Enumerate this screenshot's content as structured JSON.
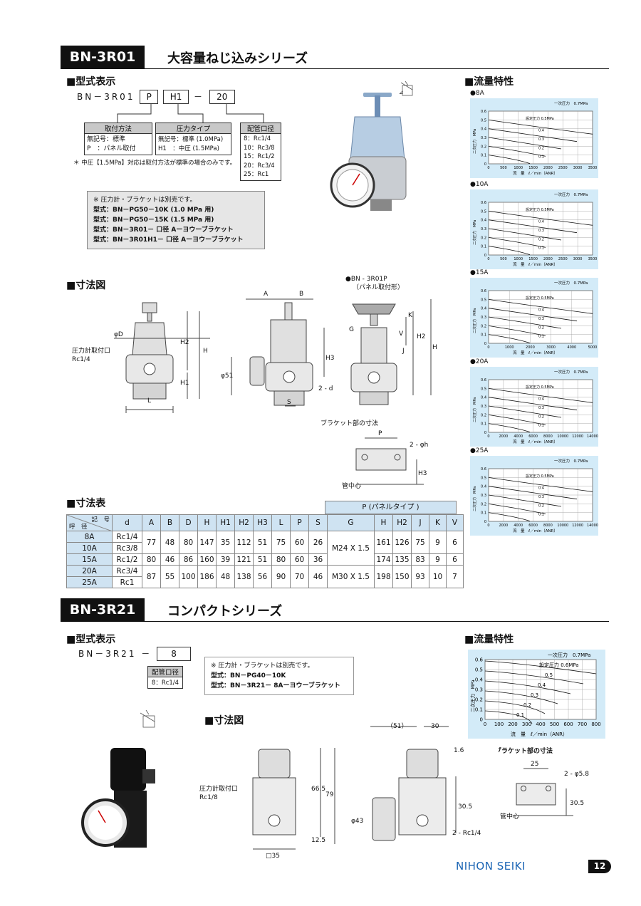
{
  "sec1": {
    "tag": "BN-3R01",
    "name": "大容量ねじ込みシリーズ",
    "model_label": "■型式表示",
    "model_code": {
      "prefix": "BN－3R01",
      "p": "P",
      "h": "H1",
      "dash": "－",
      "size": "20"
    },
    "mount": {
      "title": "取付方法",
      "l1": "無記号：標準",
      "l2": "P　：パネル取付"
    },
    "pressure": {
      "title": "圧力タイプ",
      "l1": "無記号：標準 (1.0MPa)",
      "l2": "H1　：中圧 (1.5MPa)"
    },
    "port": {
      "title": "配管口径",
      "items": [
        "8：Rc1/4",
        "10：Rc3/8",
        "15：Rc1/2",
        "20：Rc3/4",
        "25：Rc1"
      ]
    },
    "footnote": "＊ 中圧【1.5MPa】対応は取付方法が標準の場合のみです。",
    "notes": [
      "※ 圧力計・ブラケットは別売です。",
      "型式：BN－PG50－10K (1.0 MPa 用)",
      "型式：BN－PG50－15K (1.5 MPa 用)",
      "型式：BN－3R01－ 口径 Aーヨウーブラケット",
      "型式：BN－3R01H1－ 口径 Aーヨウーブラケット"
    ],
    "dim_label": "■寸法図",
    "panel_caption": "●BN - 3R01P",
    "panel_caption2": "（パネル取付形）",
    "dim_letters": {
      "phiD": "φD",
      "gauge": "圧力計取付口",
      "gauge2": "Rc1/4",
      "L": "L",
      "H": "H",
      "H1": "H1",
      "H2": "H2",
      "A": "A",
      "B": "B",
      "H3": "H3",
      "phi51": "φ51",
      "S": "S",
      "twod": "2 - d",
      "G": "G",
      "K": "K",
      "V": "V",
      "J": "J",
      "H2b": "H2",
      "Hb": "H"
    },
    "bracket": {
      "title": "ブラケット部の寸法",
      "P": "P",
      "hole": "2 - φh",
      "H3": "H3",
      "center": "管中心"
    },
    "table_label": "■寸法表",
    "table": {
      "corner_top": "記　号",
      "corner_bottom": "呼　径",
      "panel_header": "P (パネルタイプ )",
      "cols": [
        "d",
        "A",
        "B",
        "D",
        "H",
        "H1",
        "H2",
        "H3",
        "L",
        "P",
        "S",
        "G",
        "H",
        "H2",
        "J",
        "K",
        "V"
      ],
      "rows": [
        {
          "size": "8A",
          "d": "Rc1/4"
        },
        {
          "size": "10A",
          "d": "Rc3/8"
        },
        {
          "size": "15A",
          "d": "Rc1/2"
        },
        {
          "size": "20A",
          "d": "Rc3/4"
        },
        {
          "size": "25A",
          "d": "Rc1"
        }
      ],
      "g1": [
        "77",
        "48",
        "80",
        "147",
        "35",
        "112",
        "51",
        "75",
        "60",
        "26"
      ],
      "g2": [
        "80",
        "46",
        "86",
        "160",
        "39",
        "121",
        "51",
        "80",
        "60",
        "36"
      ],
      "g3": [
        "87",
        "55",
        "100",
        "186",
        "48",
        "138",
        "56",
        "90",
        "70",
        "46"
      ],
      "G1": "M24 X 1.5",
      "G2": "M30 X 1.5",
      "p1": [
        "161",
        "126",
        "75",
        "9",
        "6"
      ],
      "p2": [
        "174",
        "135",
        "83",
        "9",
        "6"
      ],
      "p3": [
        "198",
        "150",
        "93",
        "10",
        "7"
      ]
    }
  },
  "flow_label": "■流量特性",
  "charts": [
    {
      "label": "●8A",
      "xt": [
        "0",
        "500",
        "1000",
        "1500",
        "2000",
        "2500",
        "3000",
        "3500"
      ]
    },
    {
      "label": "●10A",
      "xt": [
        "0",
        "500",
        "1000",
        "1500",
        "2000",
        "2500",
        "3000",
        "3500"
      ]
    },
    {
      "label": "●15A",
      "xt": [
        "0",
        "1000",
        "2000",
        "3000",
        "4000",
        "5000"
      ]
    },
    {
      "label": "●20A",
      "xt": [
        "0",
        "2000",
        "4000",
        "6000",
        "8000",
        "10000",
        "12000",
        "14000"
      ]
    },
    {
      "label": "●25A",
      "xt": [
        "0",
        "2000",
        "4000",
        "6000",
        "8000",
        "10000",
        "12000",
        "14000"
      ]
    }
  ],
  "chart_common": {
    "title": "一次圧力　0.7MPa",
    "set": "設定圧力 0.5MPa",
    "ylabel": "二次圧力　MPa",
    "xlabel": "流　量　ℓ／min（ANR）",
    "yt": [
      "0",
      "0.1",
      "0.2",
      "0.3",
      "0.4",
      "0.5",
      "0.6"
    ],
    "curves": [
      "0.4",
      "0.3",
      "0.2",
      "0.1"
    ]
  },
  "sec2": {
    "tag": "BN-3R21",
    "name": "コンパクトシリーズ",
    "model_label": "■型式表示",
    "model_prefix": "BN－3R21 －",
    "model_size": "8",
    "port_title": "配管口径",
    "port_item": "8：Rc1/4",
    "notes": [
      "※ 圧力計・ブラケットは別売です。",
      "型式：BN－PG40－10K",
      "型式：BN－3R21－ 8Aーヨウーブラケット"
    ],
    "flow_label": "■流量特性",
    "chart": {
      "title": "一次圧力　0.7MPa",
      "set": "設定圧力 0.6MPa",
      "ylabel": "二次圧力　MPa",
      "xlabel": "流　量　ℓ／min（ANR）",
      "yt": [
        "0",
        "0.1",
        "0.2",
        "0.3",
        "0.4",
        "0.5",
        "0.6"
      ],
      "xt": [
        "0",
        "100",
        "200",
        "300",
        "400",
        "500",
        "600",
        "700",
        "800"
      ],
      "curves": [
        "0.5",
        "0.4",
        "0.3",
        "0.2",
        "0.1"
      ]
    },
    "dim_label": "■寸法図",
    "dims": {
      "gauge": "圧力計取付口",
      "gauge2": "Rc1/8",
      "d665": "66.5",
      "d79": "79",
      "d125": "12.5",
      "sq35": "□35",
      "d51": "（51）",
      "d30": "30",
      "d16": "1.6",
      "d305": "30.5",
      "phi43": "φ43",
      "port": "2 - Rc1/4"
    },
    "bracket": {
      "title": "ブラケット部の寸法",
      "w": "25",
      "hole": "2 - φ5.8",
      "h": "30.5",
      "center": "管中心"
    }
  },
  "brand": "NIHON SEIKI",
  "page_no": "12"
}
